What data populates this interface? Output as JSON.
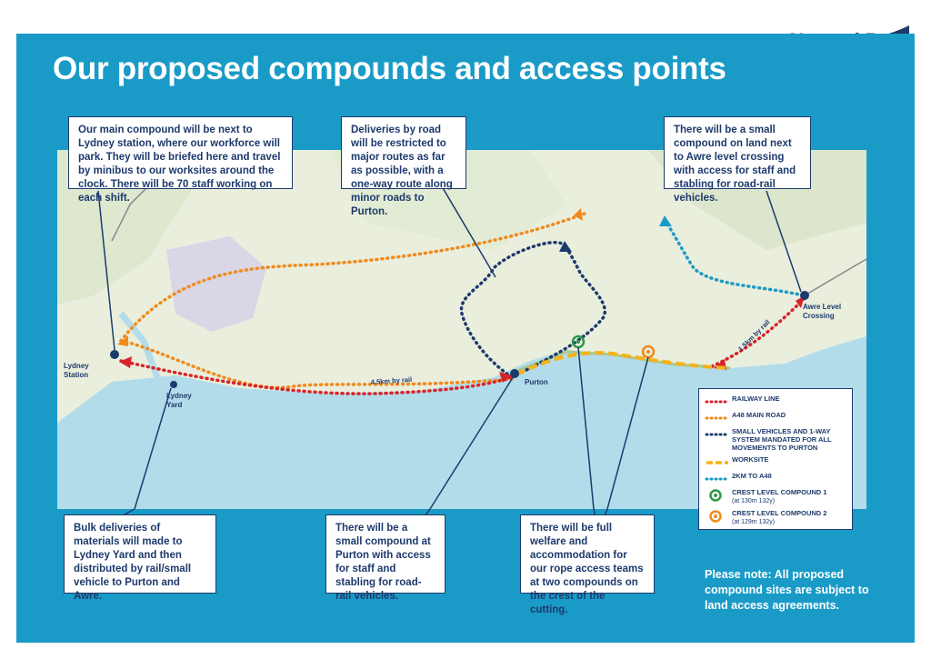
{
  "brand": {
    "name": "NetworkRail",
    "colors": {
      "panel": "#1a9bc7",
      "navy": "#1d3a6c",
      "orange": "#f08a1c"
    }
  },
  "title": "Our proposed compounds and access points",
  "callouts": {
    "lydney_station": "Our main compound will be next to Lydney station, where our workforce will park. They will be briefed here and travel by minibus to our worksites around the clock. There will be 70 staff working on each shift.",
    "deliveries": "Deliveries by road will be restricted to major routes as far as possible, with a one-way route along minor roads to Purton.",
    "awre": "There will be a small compound on land next to Awre level crossing with access for staff and stabling for road-rail vehicles.",
    "lydney_yard": "Bulk deliveries of materials will made to Lydney Yard and then distributed by rail/small vehicle to Purton and Awre.",
    "purton": "There will be a small compound at Purton with access for staff and stabling for road-rail vehicles.",
    "welfare": "There will be full welfare and accommodation for our rope access teams at two compounds on the crest of the cutting."
  },
  "map_labels": {
    "lydney_station": "Lydney Station",
    "lydney_yard": "Lydney Yard",
    "purton": "Purton",
    "awre": "Awre Level Crossing",
    "rail_distance_1": "4.5km by rail",
    "rail_distance_2": "1.5km by rail"
  },
  "legend": [
    {
      "icon": "railway-line",
      "color": "#d8232a",
      "label": "RAILWAY LINE"
    },
    {
      "icon": "a48-main-road",
      "color": "#f08a1c",
      "label": "A48 MAIN ROAD"
    },
    {
      "icon": "small-vehicles",
      "color": "#1d3a6c",
      "label": "SMALL VEHICLES AND 1-WAY SYSTEM MANDATED FOR ALL MOVEMENTS TO PURTON"
    },
    {
      "icon": "worksite",
      "color": "#f6b21a",
      "label": "WORKSITE"
    },
    {
      "icon": "2km-to-a48",
      "color": "#1a9bc7",
      "label": "2KM TO A48"
    },
    {
      "icon": "crest-compound-1",
      "color": "#2e9b48",
      "label": "CREST LEVEL COMPOUND 1",
      "sub": "(at 130m 132y)"
    },
    {
      "icon": "crest-compound-2",
      "color": "#f08a1c",
      "label": "CREST LEVEL COMPOUND 2",
      "sub": "(at 129m 132y)"
    }
  ],
  "note": "Please note: All proposed compound sites are subject to land access agreements."
}
